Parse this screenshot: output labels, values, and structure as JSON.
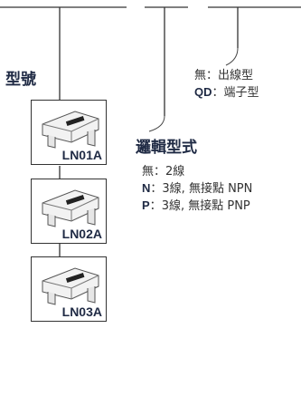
{
  "model_title": "型號",
  "models": [
    {
      "label": "LN01A"
    },
    {
      "label": "LN02A"
    },
    {
      "label": "LN03A"
    }
  ],
  "logic_title": "邏輯型式",
  "logic_options": [
    {
      "code": "",
      "sep": "無：",
      "desc": "2線"
    },
    {
      "code": "N",
      "sep": "：",
      "desc": "3線, 無接點 NPN"
    },
    {
      "code": "P",
      "sep": "：",
      "desc": "3線, 無接點 PNP"
    }
  ],
  "connection_options": [
    {
      "code": "",
      "sep": "無：",
      "desc": "出線型"
    },
    {
      "code": "QD",
      "sep": "：",
      "desc": "端子型"
    }
  ]
}
